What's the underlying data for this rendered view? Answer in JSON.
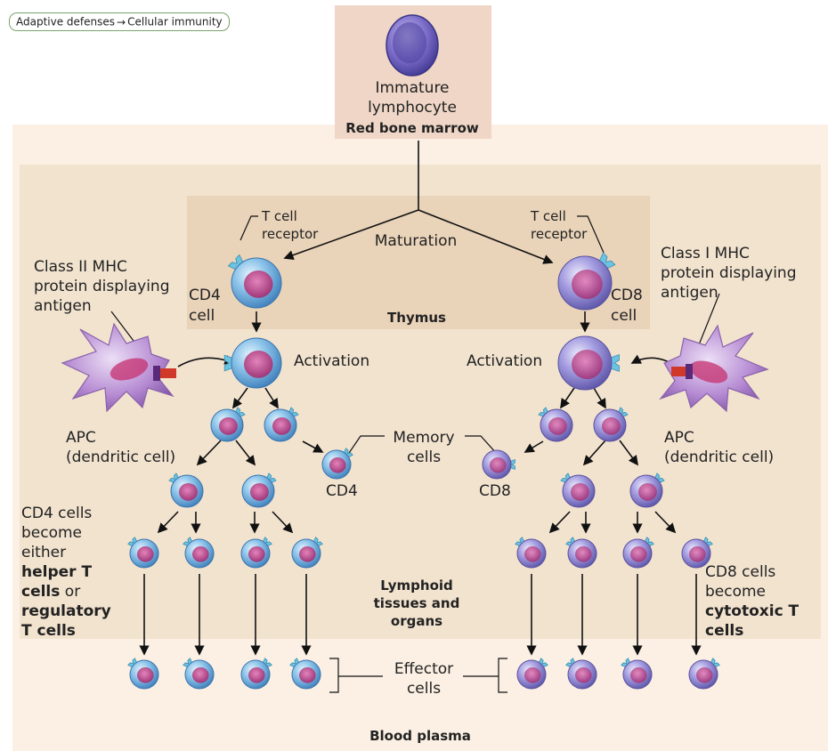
{
  "breadcrumb": {
    "part1": "Adaptive defenses",
    "arrow": "→",
    "part2": "Cellular immunity"
  },
  "labels": {
    "immature_1": "Immature",
    "immature_2": "lymphocyte",
    "red_bone_marrow": "Red bone marrow",
    "maturation": "Maturation",
    "thymus": "Thymus",
    "tcr_left_1": "T cell",
    "tcr_left_2": "receptor",
    "tcr_right_1": "T cell",
    "tcr_right_2": "receptor",
    "class2_1": "Class II MHC",
    "class2_2": "protein displaying",
    "class2_3": "antigen",
    "class1_1": "Class I MHC",
    "class1_2": "protein displaying",
    "class1_3": "antigen",
    "cd4_cell_1": "CD4",
    "cd4_cell_2": "cell",
    "cd8_cell_1": "CD8",
    "cd8_cell_2": "cell",
    "activation_left": "Activation",
    "activation_right": "Activation",
    "apc_left_1": "APC",
    "apc_left_2": "(dendritic cell)",
    "apc_right_1": "APC",
    "apc_right_2": "(dendritic cell)",
    "memory_1": "Memory",
    "memory_2": "cells",
    "cd4_mem": "CD4",
    "cd8_mem": "CD8",
    "cd4_become_1": "CD4 cells",
    "cd4_become_2": "become",
    "cd4_become_3": "either",
    "cd4_become_4": "helper T",
    "cd4_become_5a": "cells",
    "cd4_become_5b": " or",
    "cd4_become_6": "regulatory",
    "cd4_become_7": "T cells",
    "cd8_become_1": "CD8 cells",
    "cd8_become_2": "become",
    "cd8_become_3": "cytotoxic T",
    "cd8_become_4": "cells",
    "lymphoid_1": "Lymphoid",
    "lymphoid_2": "tissues and",
    "lymphoid_3": "organs",
    "effector_1": "Effector",
    "effector_2": "cells",
    "blood_plasma": "Blood plasma"
  },
  "colors": {
    "marrow_box": "#efd6c6",
    "outer_bg": "#fbf0e3",
    "lymphoid_bg": "#f2e3cf",
    "thymus_bg": "#e9d3b9",
    "cd4_cell": "#86bde6",
    "cd8_cell": "#a39ae0",
    "nucleus": "#c2408c",
    "receptor": "#6cc3e0",
    "apc": "#b58ad2",
    "mhc": "#d0392a"
  }
}
